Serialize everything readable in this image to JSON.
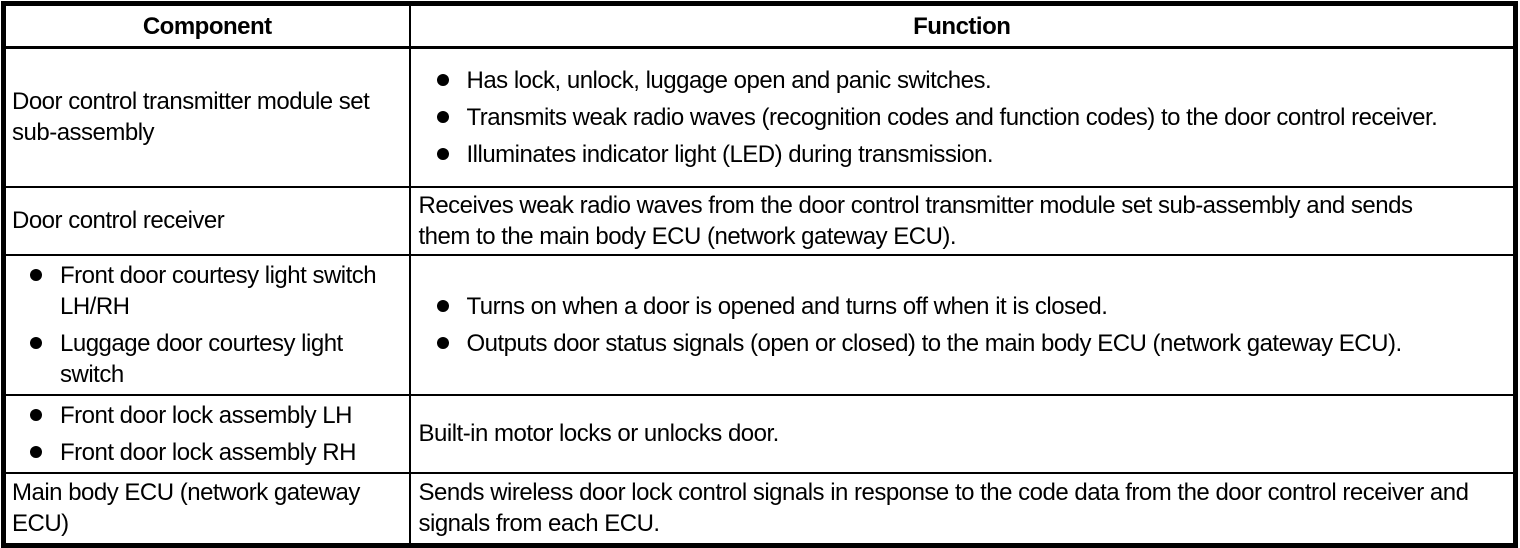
{
  "colors": {
    "border": "#000000",
    "text": "#000000",
    "background": "#ffffff"
  },
  "table": {
    "headers": {
      "component": "Component",
      "function": "Function"
    },
    "rows": [
      {
        "component": {
          "text": "Door control transmitter module set sub-assembly"
        },
        "function": {
          "bullets": [
            "Has lock, unlock, luggage open and panic switches.",
            "Transmits weak radio waves (recognition codes and function codes) to the door control receiver.",
            "Illuminates indicator light (LED) during transmission."
          ]
        }
      },
      {
        "component": {
          "text": "Door control receiver"
        },
        "function": {
          "text": "Receives weak radio waves from the door control transmitter module set sub-assembly and sends them to the main body ECU (network gateway ECU)."
        }
      },
      {
        "component": {
          "bullets": [
            "Front door courtesy light switch LH/RH",
            "Luggage door courtesy light switch"
          ]
        },
        "function": {
          "bullets": [
            "Turns on when a door is opened and turns off when it is closed.",
            "Outputs door status signals (open or closed) to the main body ECU (network gateway ECU)."
          ]
        }
      },
      {
        "component": {
          "bullets": [
            "Front door lock assembly LH",
            "Front door lock assembly RH"
          ]
        },
        "function": {
          "text": "Built-in motor locks or unlocks door."
        }
      },
      {
        "component": {
          "text": "Main body ECU (network gateway ECU)"
        },
        "function": {
          "text": "Sends wireless door lock control signals in response to the code data from the door control receiver and signals from each ECU."
        }
      }
    ]
  }
}
